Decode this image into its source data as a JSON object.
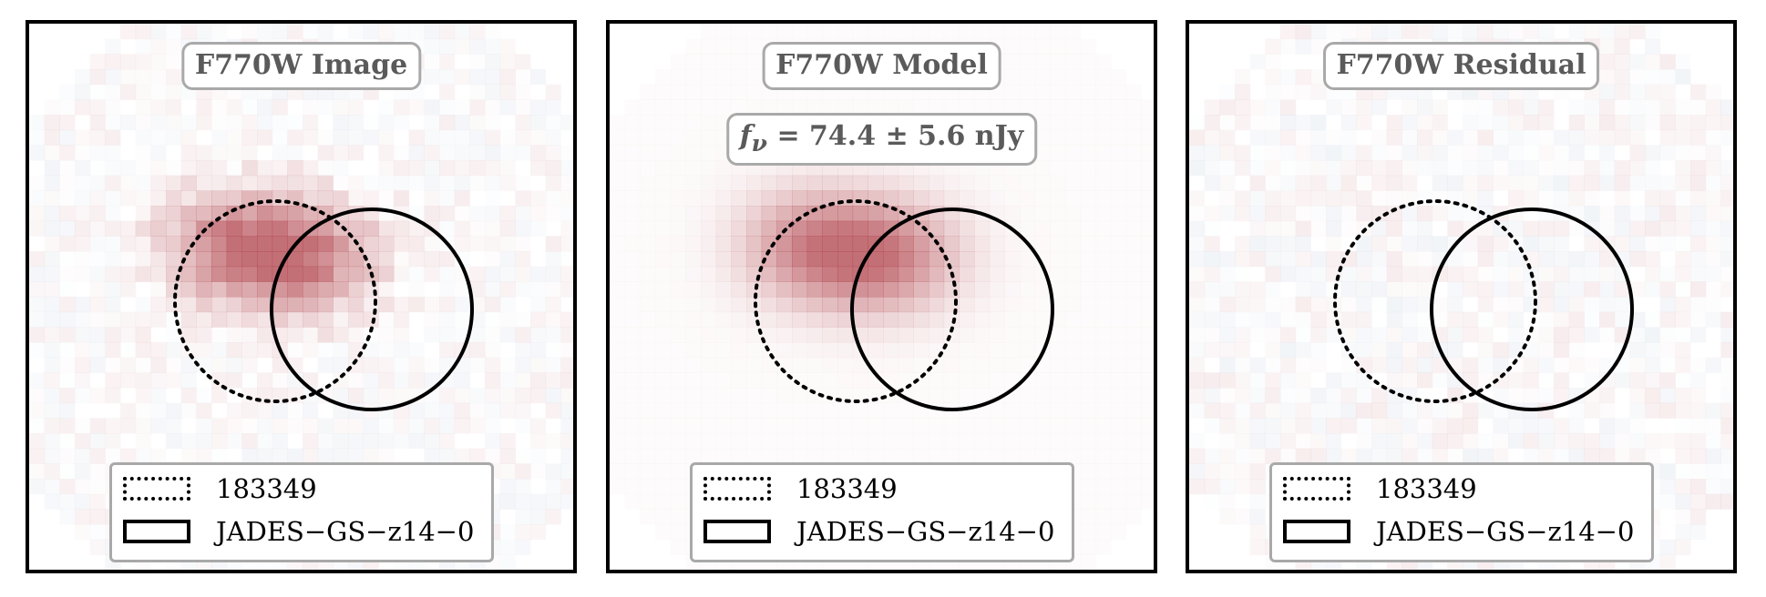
{
  "panels": [
    {
      "id": "image",
      "title": "F770W Image",
      "subtitle": ""
    },
    {
      "id": "model",
      "title": "F770W Model",
      "subtitle_sym": "f",
      "subtitle_sub": "ν",
      "subtitle_rest": " = 74.4 ± 5.6 nJy"
    },
    {
      "id": "residual",
      "title": "F770W Residual",
      "subtitle": ""
    }
  ],
  "legend": {
    "dotted_label": "183349",
    "solid_label": "JADES−GS−z14−0"
  },
  "colors": {
    "positive": "#b2474f",
    "negative": "#7e94b8",
    "frame": "#000000",
    "box_border": "#a9a9a9",
    "title_text": "#5a5a5a"
  }
}
